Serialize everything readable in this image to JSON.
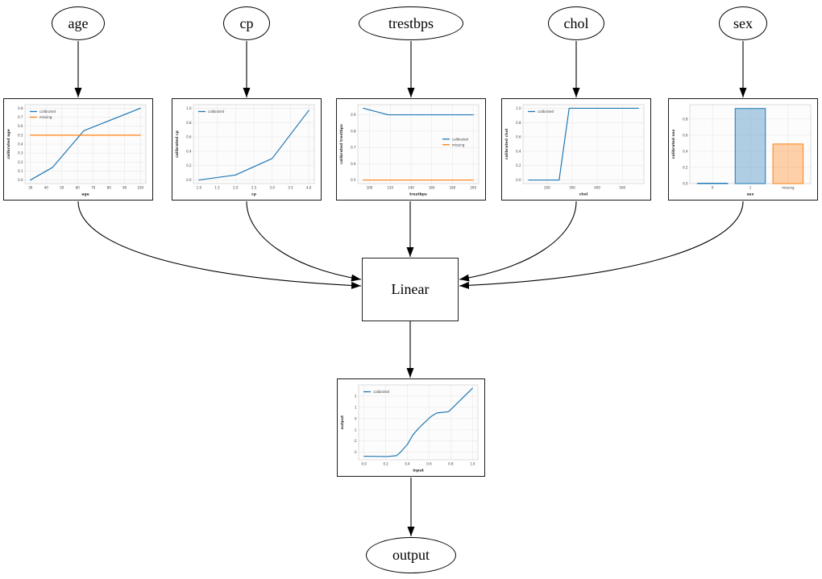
{
  "nodes": {
    "age": "age",
    "cp": "cp",
    "trestbps": "trestbps",
    "chol": "chol",
    "sex": "sex",
    "linear": "Linear",
    "output": "output"
  },
  "colors": {
    "calibrated": "#1f77b4",
    "missing": "#ff7f0e",
    "node_border": "#000000",
    "plot_border": "#1c1c1c",
    "grid": "#e7e7e7"
  },
  "chart_data": [
    {
      "name": "age-calibration",
      "type": "line",
      "xlabel": "age",
      "ylabel": "calibrated age",
      "xlim": [
        26.5,
        103.5
      ],
      "ylim": [
        -0.04,
        0.84
      ],
      "xtick_values": [
        30,
        40,
        50,
        60,
        70,
        80,
        90,
        100
      ],
      "xtick_labels": [
        "30",
        "40",
        "50",
        "60",
        "70",
        "80",
        "90",
        "100"
      ],
      "ytick_values": [
        0.0,
        0.1,
        0.2,
        0.3,
        0.4,
        0.5,
        0.6,
        0.7,
        0.8
      ],
      "ytick_labels": [
        "0.0",
        "0.1",
        "0.2",
        "0.3",
        "0.4",
        "0.5",
        "0.6",
        "0.7",
        "0.8"
      ],
      "series": [
        {
          "name": "calibrated",
          "color": "#1f77b4",
          "points": [
            [
              30,
              0.0
            ],
            [
              44,
              0.14
            ],
            [
              64,
              0.55
            ],
            [
              100,
              0.8
            ]
          ]
        },
        {
          "name": "missing",
          "color": "#ff7f0e",
          "points": [
            [
              30,
              0.5
            ],
            [
              100,
              0.5
            ]
          ]
        }
      ],
      "legend": {
        "loc": "upper-left",
        "entries": [
          "calibrated",
          "missing"
        ]
      }
    },
    {
      "name": "cp-calibration",
      "type": "line",
      "xlabel": "cp",
      "ylabel": "calibrated cp",
      "xlim": [
        0.85,
        4.15
      ],
      "ylim": [
        -0.05,
        1.05
      ],
      "xtick_values": [
        1.0,
        1.5,
        2.0,
        2.5,
        3.0,
        3.5,
        4.0
      ],
      "xtick_labels": [
        "1.0",
        "1.5",
        "2.0",
        "2.5",
        "3.0",
        "3.5",
        "4.0"
      ],
      "ytick_values": [
        0.0,
        0.2,
        0.4,
        0.6,
        0.8,
        1.0
      ],
      "ytick_labels": [
        "0.0",
        "0.2",
        "0.4",
        "0.6",
        "0.8",
        "1.0"
      ],
      "series": [
        {
          "name": "calibrated",
          "color": "#1f77b4",
          "points": [
            [
              1.0,
              0.0
            ],
            [
              2.0,
              0.07
            ],
            [
              3.0,
              0.3
            ],
            [
              4.0,
              0.97
            ]
          ]
        }
      ],
      "legend": {
        "loc": "upper-left",
        "entries": [
          "calibrated"
        ]
      }
    },
    {
      "name": "trestbps-calibration",
      "type": "line",
      "xlabel": "trestbps",
      "ylabel": "calibrated trestbps",
      "xlim": [
        88.7,
        205.3
      ],
      "ylim": [
        0.478,
        0.962
      ],
      "xtick_values": [
        100,
        120,
        140,
        160,
        180,
        200
      ],
      "xtick_labels": [
        "100",
        "120",
        "140",
        "160",
        "180",
        "200"
      ],
      "ytick_values": [
        0.5,
        0.6,
        0.7,
        0.8,
        0.9
      ],
      "ytick_labels": [
        "0.5",
        "0.6",
        "0.7",
        "0.8",
        "0.9"
      ],
      "series": [
        {
          "name": "calibrated",
          "color": "#1f77b4",
          "points": [
            [
              94,
              0.94
            ],
            [
              118,
              0.9
            ],
            [
              200,
              0.9
            ]
          ]
        },
        {
          "name": "missing",
          "color": "#ff7f0e",
          "points": [
            [
              94,
              0.5
            ],
            [
              200,
              0.5
            ]
          ]
        }
      ],
      "legend": {
        "loc": "center-right",
        "entries": [
          "calibrated",
          "missing"
        ]
      }
    },
    {
      "name": "chol-calibration",
      "type": "line",
      "xlabel": "chol",
      "ylabel": "calibrated chol",
      "xlim": [
        104,
        586
      ],
      "ylim": [
        -0.05,
        1.05
      ],
      "xtick_values": [
        200,
        300,
        400,
        500
      ],
      "xtick_labels": [
        "200",
        "300",
        "400",
        "500"
      ],
      "ytick_values": [
        0.0,
        0.2,
        0.4,
        0.6,
        0.8,
        1.0
      ],
      "ytick_labels": [
        "0.0",
        "0.2",
        "0.4",
        "0.6",
        "0.8",
        "1.0"
      ],
      "series": [
        {
          "name": "calibrated",
          "color": "#1f77b4",
          "points": [
            [
              126,
              0.0
            ],
            [
              248,
              0.0
            ],
            [
              288,
              1.0
            ],
            [
              564,
              1.0
            ]
          ]
        }
      ],
      "legend": {
        "loc": "upper-left",
        "entries": [
          "calibrated"
        ]
      }
    },
    {
      "name": "sex-calibration",
      "type": "bar",
      "xlabel": "sex",
      "ylabel": "calibrated sex",
      "categories": [
        "0",
        "1",
        "missing"
      ],
      "values": [
        0.0,
        0.93,
        0.49
      ],
      "colors": [
        "#1f77b4",
        "#1f77b4",
        "#ff7f0e"
      ],
      "ylim": [
        0,
        0.977
      ],
      "ytick_values": [
        0.0,
        0.2,
        0.4,
        0.6,
        0.8
      ],
      "ytick_labels": [
        "0.0",
        "0.2",
        "0.4",
        "0.6",
        "0.8"
      ]
    },
    {
      "name": "output-calibration",
      "type": "line",
      "xlabel": "input",
      "ylabel": "output",
      "xlim": [
        -0.05,
        1.05
      ],
      "ylim": [
        -3.67,
        3.0
      ],
      "xtick_values": [
        0.0,
        0.2,
        0.4,
        0.6,
        0.8,
        1.0
      ],
      "xtick_labels": [
        "0.0",
        "0.2",
        "0.4",
        "0.6",
        "0.8",
        "1.0"
      ],
      "ytick_values": [
        -3,
        -2,
        -1,
        0,
        1,
        2
      ],
      "ytick_labels": [
        "-3",
        "-2",
        "-1",
        "0",
        "1",
        "2"
      ],
      "series": [
        {
          "name": "calibrated",
          "color": "#1f77b4",
          "points": [
            [
              0.0,
              -3.35
            ],
            [
              0.21,
              -3.38
            ],
            [
              0.3,
              -3.3
            ],
            [
              0.33,
              -3.05
            ],
            [
              0.4,
              -2.3
            ],
            [
              0.45,
              -1.45
            ],
            [
              0.5,
              -0.9
            ],
            [
              0.55,
              -0.42
            ],
            [
              0.62,
              0.2
            ],
            [
              0.67,
              0.5
            ],
            [
              0.78,
              0.62
            ],
            [
              1.0,
              2.7
            ]
          ]
        }
      ],
      "legend": {
        "loc": "upper-left",
        "entries": [
          "calibrated"
        ]
      }
    }
  ]
}
